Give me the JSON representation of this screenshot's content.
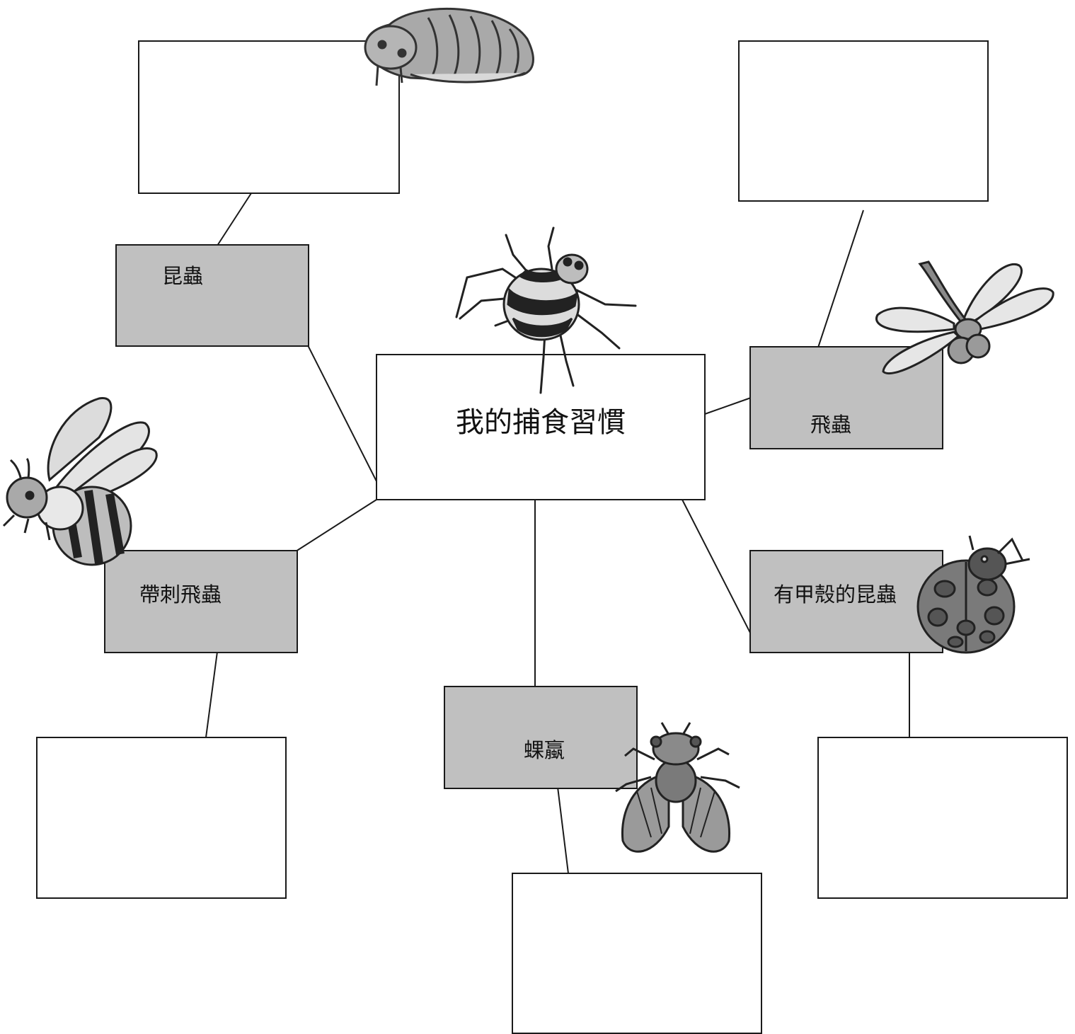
{
  "center": {
    "title": "我的捕食習慣"
  },
  "categories": {
    "insect": "昆蟲",
    "flying_insect": "飛蟲",
    "stinging_flyer": "帶刺飛蟲",
    "cicada": "蜾蠃",
    "shelled_insect": "有甲殼的昆蟲"
  },
  "answer_boxes": {
    "insect": "",
    "flying_insect": "",
    "stinging_flyer": "",
    "cicada": "",
    "shelled_insect": ""
  },
  "colors": {
    "category_fill": "#c0c0c0",
    "box_fill": "#ffffff",
    "line": "#1a1a1a"
  },
  "icons": [
    "grub-icon",
    "spider-icon",
    "dragonfly-icon",
    "bee-icon",
    "ladybug-icon",
    "cicada-icon"
  ]
}
